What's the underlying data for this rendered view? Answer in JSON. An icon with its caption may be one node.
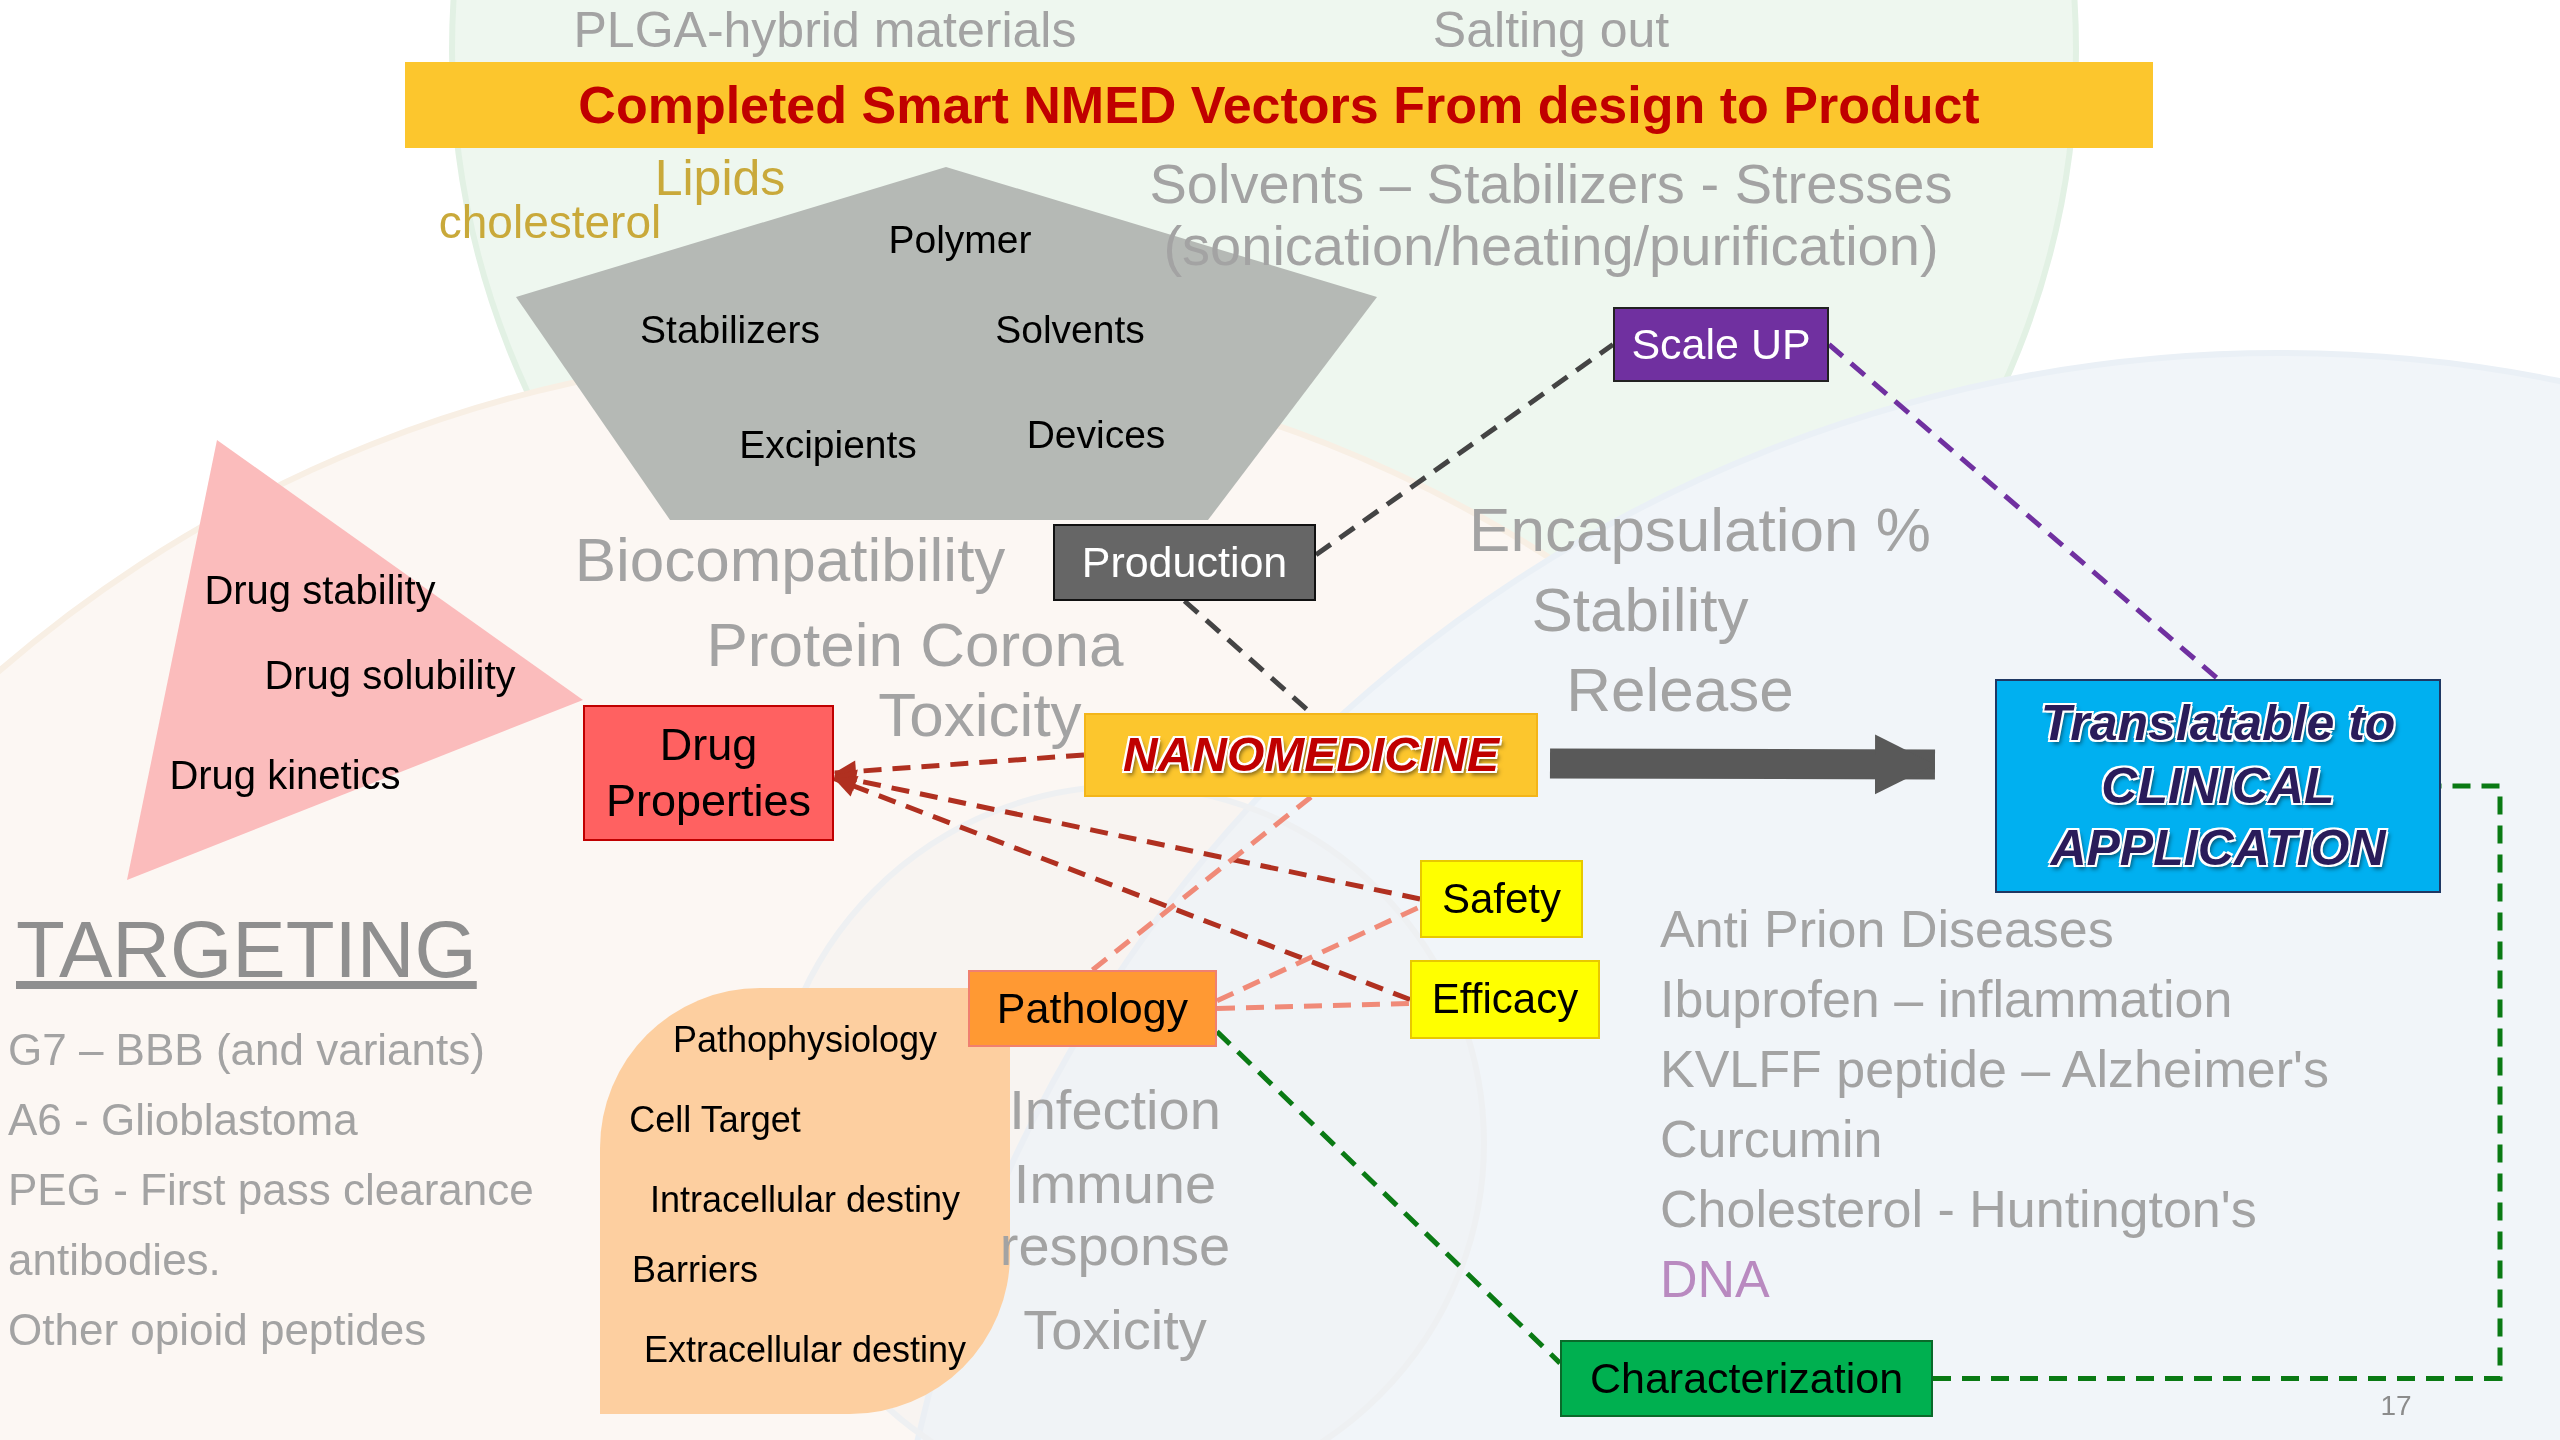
{
  "diagram": {
    "title": "Completed Smart NMED Vectors From design to Product",
    "nodes": [
      {
        "text": [
          "Polymer",
          "Stabilizers",
          "Solvents",
          "Excipients",
          "Devices"
        ]
      },
      {
        "text": [
          "Drug stability",
          "Drug solubility",
          "Drug kinetics"
        ]
      },
      {
        "text": [
          "Drug Properties"
        ]
      },
      {
        "text": [
          "Production"
        ]
      },
      {
        "text": [
          "Scale UP"
        ]
      },
      {
        "text": [
          "NANOMEDICINE"
        ]
      },
      {
        "text": [
          "Translatable to CLINICAL APPLICATION"
        ]
      },
      {
        "text": [
          "Safety"
        ]
      },
      {
        "text": [
          "Pathology"
        ]
      },
      {
        "text": [
          "Efficacy"
        ]
      },
      {
        "text": [
          "Pathophysiology",
          "Cell Target",
          "Intracellular destiny",
          "Barriers",
          "Extracellular destiny"
        ]
      },
      {
        "text": [
          "Characterization"
        ]
      }
    ],
    "edges": [
      {
        "from": 5,
        "to": 2,
        "arrow": "to",
        "style": "dashed",
        "color": "#b03020"
      },
      {
        "from": 7,
        "to": 2,
        "arrow": "to",
        "style": "dashed",
        "color": "#b03020"
      },
      {
        "from": 9,
        "to": 2,
        "arrow": "to",
        "style": "dashed",
        "color": "#b03020"
      },
      {
        "from": 8,
        "to": 5,
        "arrow": "none",
        "style": "dashed",
        "color": "#f08a78"
      },
      {
        "from": 8,
        "to": 7,
        "arrow": "none",
        "style": "dashed",
        "color": "#f08a78"
      },
      {
        "from": 8,
        "to": 9,
        "arrow": "none",
        "style": "dashed",
        "color": "#f08a78"
      },
      {
        "from": 8,
        "to": 11,
        "arrow": "none",
        "style": "dashed",
        "color": "#0a7a14"
      },
      {
        "from": 11,
        "to": 6,
        "arrow": "none",
        "style": "dashed",
        "color": "#0a7a14"
      },
      {
        "from": 3,
        "to": 5,
        "arrow": "none",
        "style": "dashed",
        "color": "#444444"
      },
      {
        "from": 3,
        "to": 4,
        "arrow": "none",
        "style": "dashed",
        "color": "#444444"
      },
      {
        "from": 4,
        "to": 6,
        "arrow": "none",
        "style": "dashed",
        "color": "#7030a0"
      },
      {
        "from": 5,
        "to": 6,
        "arrow": "to",
        "style": "thick",
        "color": "#595959"
      }
    ],
    "labels": [
      "PLGA-hybrid materials",
      "Salting out",
      "Lipids",
      "cholesterol",
      "Solvents – Stabilizers - Stresses (sonication/heating/purification)",
      "Biocompatibility",
      "Encapsulation %",
      "Protein Corona",
      "Stability",
      "Toxicity",
      "Release",
      "TARGETING",
      "Infection",
      "Anti Prion Diseases",
      "Ibuprofen – inflammation",
      "G7 – BBB (and variants)",
      "Immune response",
      "KVLFF peptide – Alzheimer's",
      "A6 - Glioblastoma",
      "Curcumin",
      "PEG - First pass clearance",
      "Cholesterol - Huntington's",
      "antibodies.",
      "Toxicity",
      "DNA",
      "Other opioid peptides",
      "17"
    ]
  }
}
